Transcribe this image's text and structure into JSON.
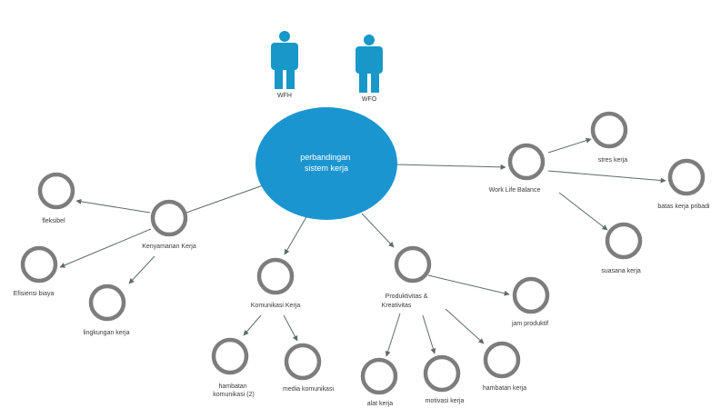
{
  "diagram": {
    "central_topic": [
      "perbandingan",
      "sistem kerja"
    ],
    "people": [
      {
        "label": "WFH",
        "icon": "person-icon"
      },
      {
        "label": "WFO",
        "icon": "person-icon"
      }
    ],
    "branches": [
      {
        "label": [
          "Kenyamanan Kerja"
        ],
        "children": [
          {
            "label": [
              "fleksibel"
            ]
          },
          {
            "label": [
              "Efisiensi biaya"
            ]
          },
          {
            "label": [
              "lingkungan kerja"
            ]
          }
        ]
      },
      {
        "label": [
          "Komunikasi Kerja"
        ],
        "children": [
          {
            "label": [
              "hambatan",
              "komunikasi (2)"
            ]
          },
          {
            "label": [
              "media komunikasi"
            ]
          }
        ]
      },
      {
        "label": [
          "Produktivitas &",
          "Kreativitas"
        ],
        "children": [
          {
            "label": [
              "jam produktif"
            ]
          },
          {
            "label": [
              "alat kerja"
            ]
          },
          {
            "label": [
              "motivasi kerja"
            ]
          },
          {
            "label": [
              "hambatan kerja"
            ]
          }
        ]
      },
      {
        "label": [
          "Work Life Balance"
        ],
        "children": [
          {
            "label": [
              "stres kerja"
            ]
          },
          {
            "label": [
              "batas kerja pribadi"
            ]
          },
          {
            "label": [
              "suasana kerja"
            ]
          }
        ]
      }
    ]
  },
  "colors": {
    "center_fill": "#1a95d0",
    "person": "#1798c8",
    "node_stroke": "#7d7d7d",
    "edge": "#5f6b6b"
  }
}
